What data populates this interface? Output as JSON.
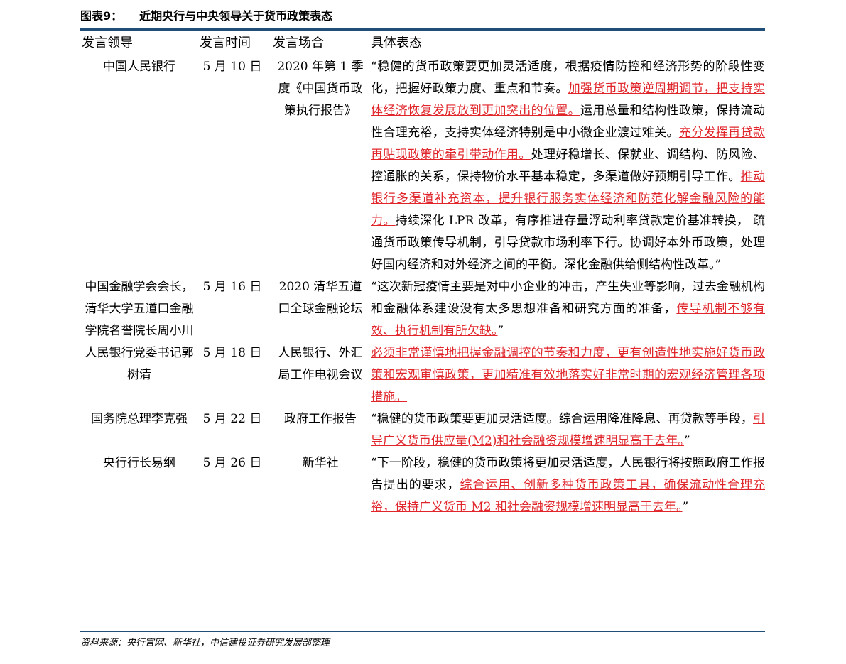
{
  "figure": {
    "label": "图表9：",
    "title": "近期央行与中央领导关于货币政策表态"
  },
  "columns": [
    "发言领导",
    "发言时间",
    "发言场合",
    "具体表态"
  ],
  "rows": [
    {
      "leader": "中国人民银行",
      "time": "5 月 10 日",
      "venue": "2020 年第 1 季度《中国货币政策执行报告》",
      "statement": [
        {
          "text": "“稳健的货币政策要更加灵活适度，根据疫情防控和经济形势的阶段性变化，把握好政策力度、重点和节奏。",
          "hl": false
        },
        {
          "text": "加强货币政策逆周期调节，把支持实体经济恢复发展放到更加突出的位置。",
          "hl": true
        },
        {
          "text": "运用总量和结构性政策，保持流动性合理充裕，支持实体经济特别是中小微企业渡过难关。",
          "hl": false
        },
        {
          "text": "充分发挥再贷款再贴现政策的牵引带动作用。",
          "hl": true
        },
        {
          "text": "处理好稳增长、保就业、调结构、防风险、控通胀的关系，保持物价水平基本稳定，多渠道做好预期引导工作。",
          "hl": false
        },
        {
          "text": "推动银行多渠道补充资本，提升银行服务实体经济和防范化解金融风险的能力。",
          "hl": true
        },
        {
          "text": "持续深化 LPR 改革，有序推进存量浮动利率贷款定价基准转换， 疏通货币政策传导机制，引导贷款市场利率下行。协调好本外币政策，处理好国内经济和对外经济之间的平衡。深化金融供给侧结构性改革。”",
          "hl": false
        }
      ]
    },
    {
      "leader": "中国金融学会会长，清华大学五道口金融学院名誉院长周小川",
      "time": "5 月 16 日",
      "venue": "2020 清华五道口全球金融论坛",
      "statement": [
        {
          "text": "“这次新冠疫情主要是对中小企业的冲击，产生失业等影响，过去金融机构和金融体系建设没有太多思想准备和研究方面的准备，",
          "hl": false
        },
        {
          "text": "传导机制不够有效、执行机制有所欠缺。",
          "hl": true
        },
        {
          "text": "”",
          "hl": false
        }
      ]
    },
    {
      "leader": "人民银行党委书记郭树清",
      "time": "5 月 18 日",
      "venue": "人民银行、外汇局工作电视会议",
      "statement": [
        {
          "text": "必须非常谨慎地把握金融调控的节奏和力度，更有创造性地实施好货币政策和宏观审慎政策，更加精准有效地落实好非常时期的宏观经济管理各项措施。",
          "hl": true
        }
      ]
    },
    {
      "leader": "国务院总理李克强",
      "time": "5 月 22 日",
      "venue": "政府工作报告",
      "statement": [
        {
          "text": "“稳健的货币政策要更加灵活适度。综合运用降准降息、再贷款等手段，",
          "hl": false
        },
        {
          "text": "引导广义货币供应量(M2)和社会融资规模增速明显高于去年。",
          "hl": true
        },
        {
          "text": "”",
          "hl": false
        }
      ]
    },
    {
      "leader": "央行行长易纲",
      "time": "5 月 26 日",
      "venue": "新华社",
      "statement": [
        {
          "text": "“下一阶段，稳健的货币政策将更加灵活适度，人民银行将按照政府工作报告提出的要求，",
          "hl": false
        },
        {
          "text": "综合运用、创新多种货币政策工具，确保流动性合理充裕，保持广义货币 M2 和社会融资规模增速明显高于去年。",
          "hl": true
        },
        {
          "text": "”",
          "hl": false
        }
      ]
    }
  ],
  "source": "资料来源：央行官网、新华社，中信建投证券研究发展部整理",
  "colors": {
    "rule": "#1f4e79",
    "highlight": "#e0262b",
    "text": "#000000"
  }
}
